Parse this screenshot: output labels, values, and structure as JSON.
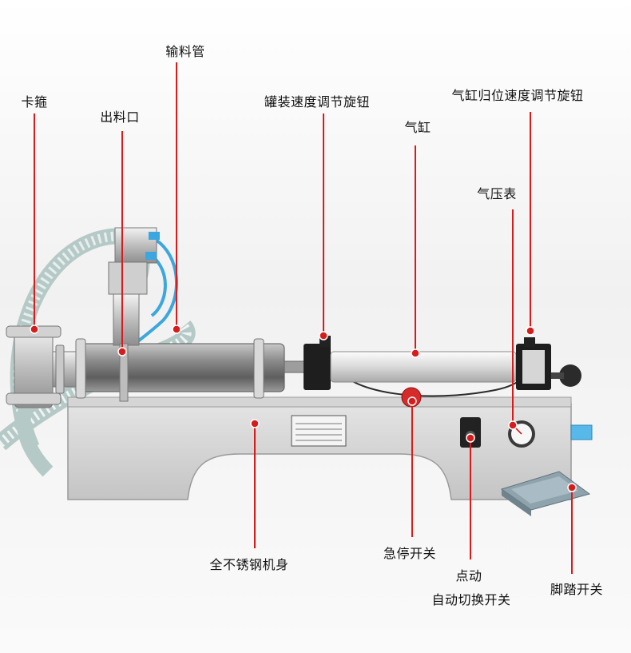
{
  "labels": {
    "feed_pipe": "输料管",
    "clamp": "卡箍",
    "outlet": "出料口",
    "filling_speed_knob": "罐装速度调节旋钮",
    "cylinder": "气缸",
    "cylinder_return_knob": "气缸归位速度调节旋钮",
    "pressure_gauge": "气压表",
    "body": "全不锈钢机身",
    "emergency_stop": "急停开关",
    "jog_line1": "点动",
    "jog_line2": "自动切换开关",
    "foot_switch": "脚踏开关"
  },
  "colors": {
    "leader": "#d81b1b",
    "steel_light": "#dcdcdc",
    "steel_dark": "#8a8a8a",
    "tube": "#cfd8d6",
    "air_hose": "#3aa7e0",
    "background_shade": "#e9e9e9"
  }
}
